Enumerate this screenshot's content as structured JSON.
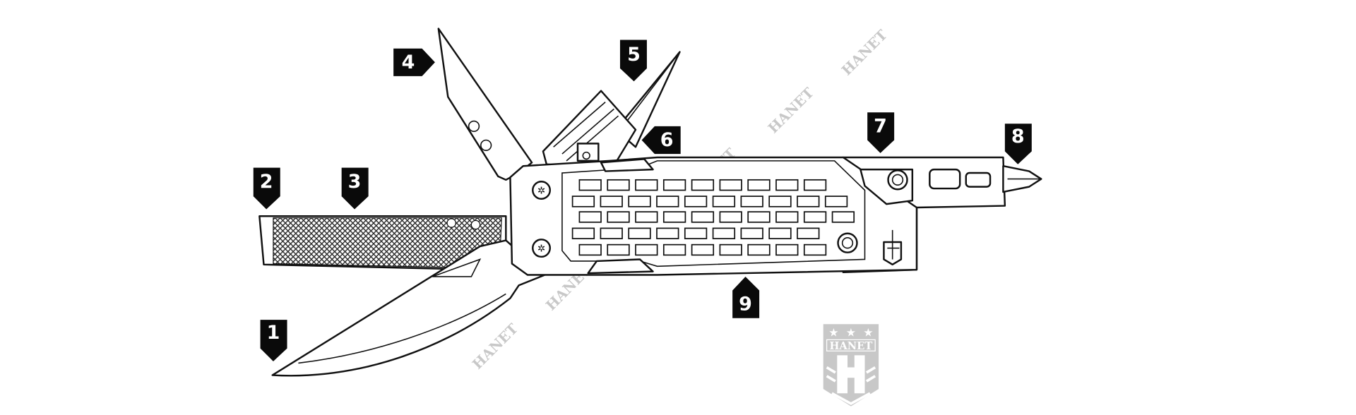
{
  "callouts": [
    {
      "id": "1",
      "label": "1"
    },
    {
      "id": "2",
      "label": "2"
    },
    {
      "id": "3",
      "label": "3"
    },
    {
      "id": "4",
      "label": "4"
    },
    {
      "id": "5",
      "label": "5"
    },
    {
      "id": "6",
      "label": "6"
    },
    {
      "id": "7",
      "label": "7"
    },
    {
      "id": "8",
      "label": "8"
    },
    {
      "id": "9",
      "label": "9"
    }
  ],
  "watermark": {
    "text": "HANET",
    "logo_text": "HANET",
    "color": "#c8c8c8"
  },
  "colors": {
    "line": "#111111",
    "callout": "#0a0a0a",
    "background": "#ffffff"
  }
}
